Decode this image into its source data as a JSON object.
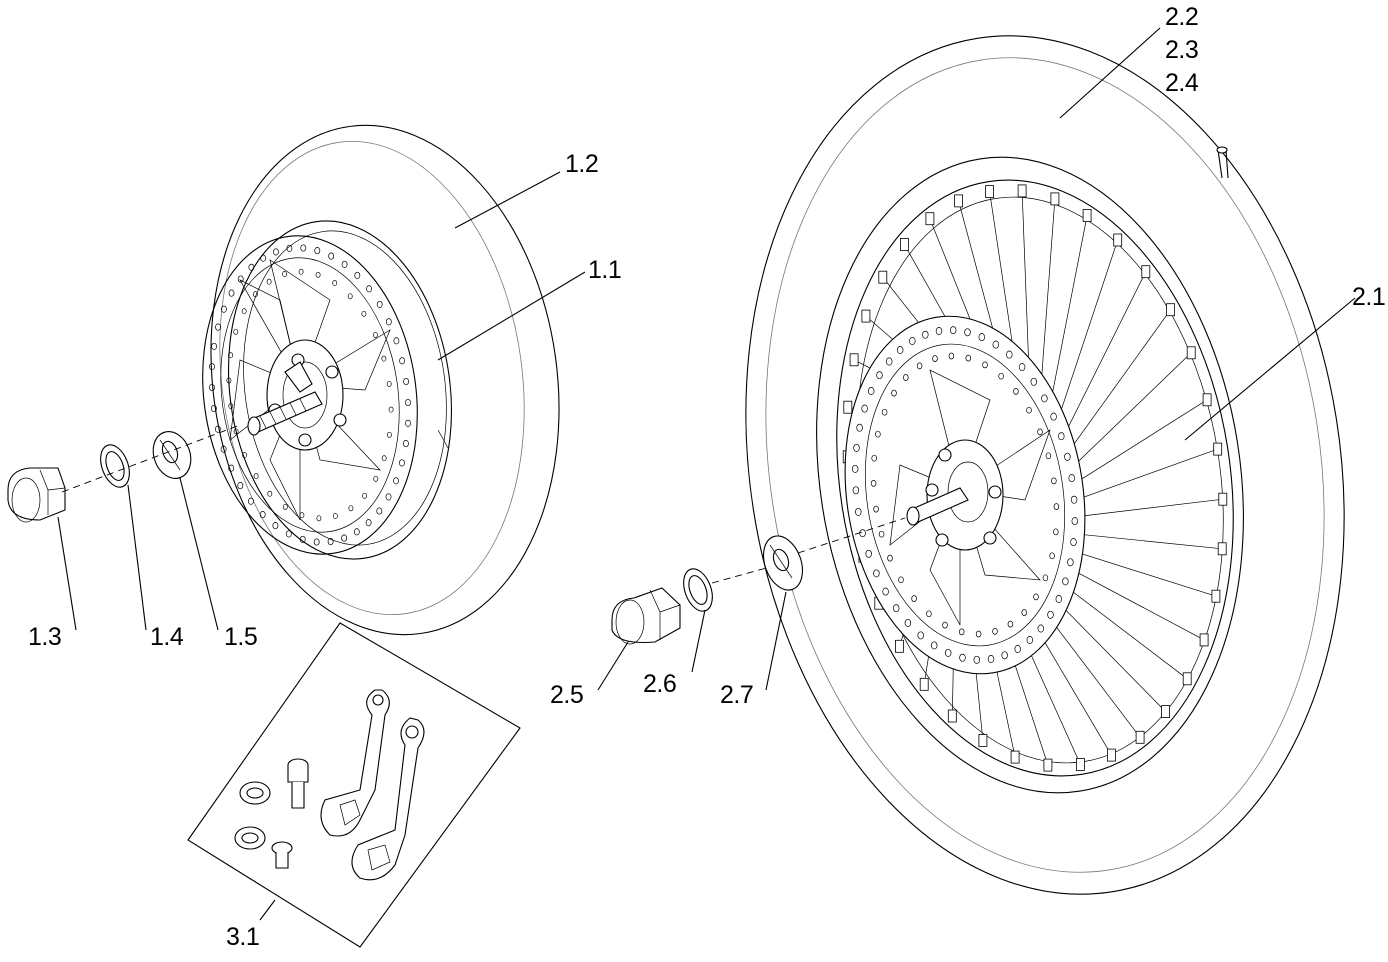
{
  "labels": {
    "l1_1": "1.1",
    "l1_2": "1.2",
    "l1_3": "1.3",
    "l1_4": "1.4",
    "l1_5": "1.5",
    "l2_1": "2.1",
    "l2_2": "2.2",
    "l2_3": "2.3",
    "l2_4": "2.4",
    "l2_5": "2.5",
    "l2_6": "2.6",
    "l2_7": "2.7",
    "l3_1": "3.1"
  }
}
